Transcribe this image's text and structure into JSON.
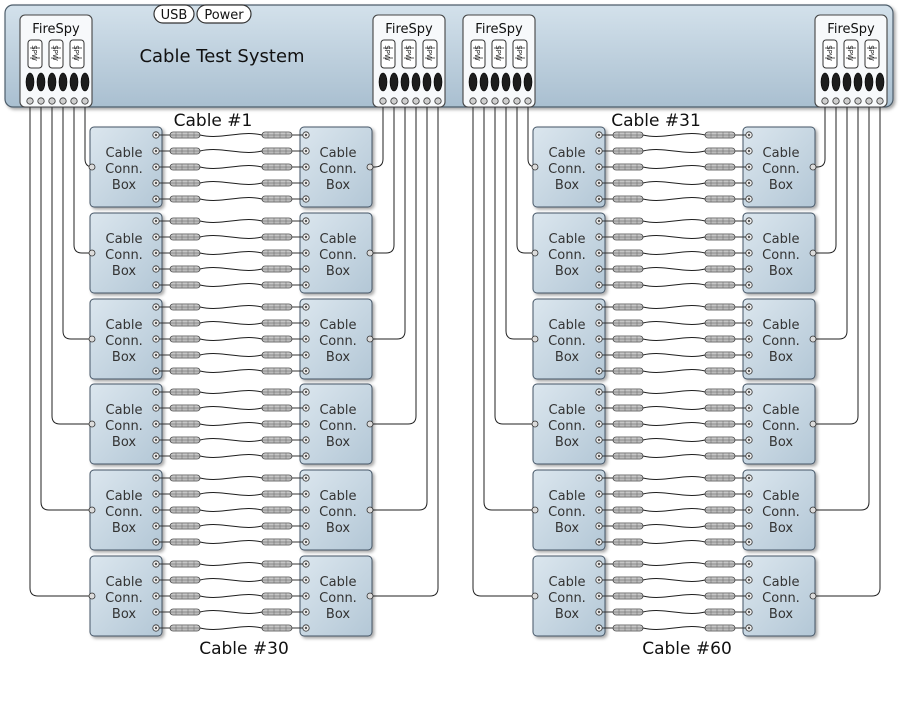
{
  "system": {
    "title": "Cable Test System",
    "usb_label": "USB",
    "power_label": "Power"
  },
  "firespy": {
    "label": "FireSpy",
    "units": [
      {
        "label": "FireSpy"
      },
      {
        "label": "FireSpy"
      },
      {
        "label": "FireSpy"
      },
      {
        "label": "FireSpy"
      }
    ]
  },
  "port_glyph": "SPW",
  "box": {
    "line1": "Cable",
    "line2": "Conn.",
    "line3": "Box"
  },
  "cable_labels": {
    "group1_top": "Cable #1",
    "group1_bottom": "Cable #30",
    "group2_top": "Cable #31",
    "group2_bottom": "Cable #60"
  },
  "layout_info": {
    "groups": 2,
    "boxes_per_column": 6,
    "cables_per_box": 5
  },
  "colors": {
    "panel_fill": "#b9cddc",
    "box_fill": "#c7d7e4",
    "wire": "#222222"
  }
}
